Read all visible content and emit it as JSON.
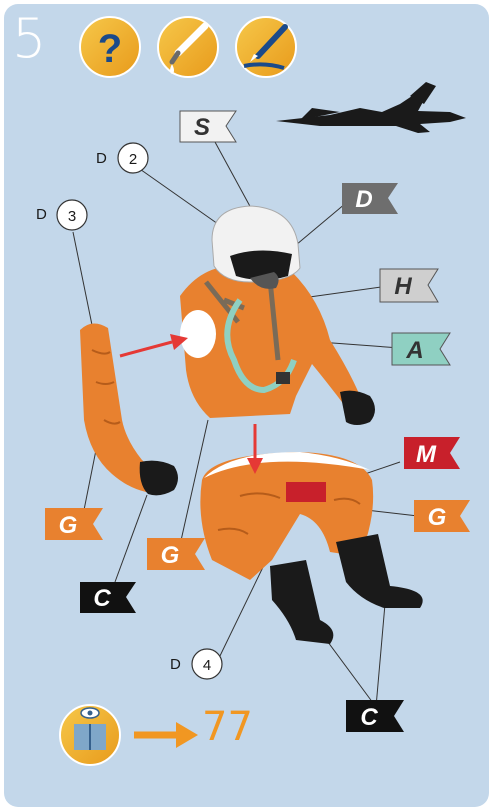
{
  "step_number": "5",
  "toolbar_icons": [
    "question-icon",
    "brush-drip-icon",
    "pen-paint-icon"
  ],
  "callouts": [
    {
      "prefix": "D",
      "number": "2"
    },
    {
      "prefix": "D",
      "number": "3"
    },
    {
      "prefix": "D",
      "number": "4"
    }
  ],
  "flags": {
    "s": "S",
    "d": "D",
    "h": "H",
    "a": "A",
    "m": "M",
    "g_left": "G",
    "g_middle": "G",
    "g_right": "G",
    "c_left": "C",
    "c_right": "C"
  },
  "colors": {
    "background": "#c3d7ea",
    "orange": "#e8812f",
    "flag_s": "#f2f2f2",
    "flag_d": "#6e6e6e",
    "flag_h": "#cfcfcf",
    "flag_a": "#8fd0c2",
    "flag_m": "#c8202b",
    "flag_g": "#e8812f",
    "flag_c": "#111111",
    "arrow": "#e53935"
  },
  "reference": {
    "icon": "book-eye-icon",
    "page": "77"
  },
  "silhouette": "jet-fighter-silhouette"
}
